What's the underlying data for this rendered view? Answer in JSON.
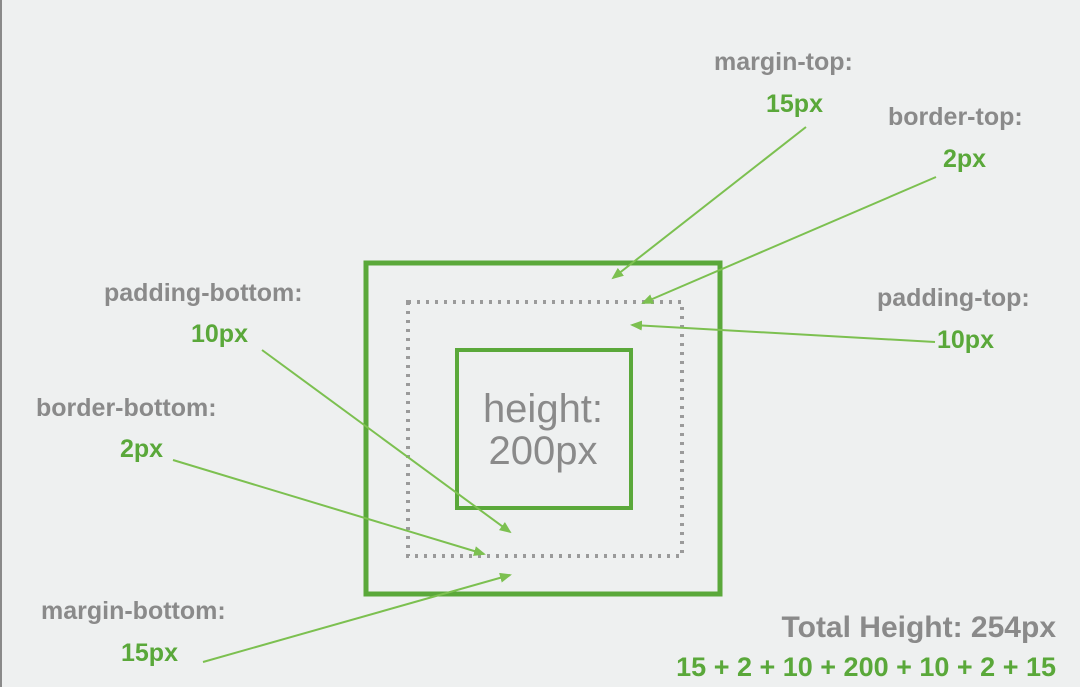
{
  "labels": {
    "margin_top": {
      "label": "margin-top:",
      "value": "15px"
    },
    "border_top": {
      "label": "border-top:",
      "value": "2px"
    },
    "padding_top": {
      "label": "padding-top:",
      "value": "10px"
    },
    "padding_bottom": {
      "label": "padding-bottom:",
      "value": "10px"
    },
    "border_bottom": {
      "label": "border-bottom:",
      "value": "2px"
    },
    "margin_bottom": {
      "label": "margin-bottom:",
      "value": "15px"
    }
  },
  "content": {
    "line1": "height:",
    "line2": "200px"
  },
  "total": {
    "label": "Total Height: 254px",
    "formula": "15 + 2 + 10 + 200 + 10 + 2 + 15"
  },
  "colors": {
    "green": "#5aa83a",
    "gray": "#8a8a8a",
    "dotted": "#9a9a9a",
    "background": "#eef0f0"
  }
}
